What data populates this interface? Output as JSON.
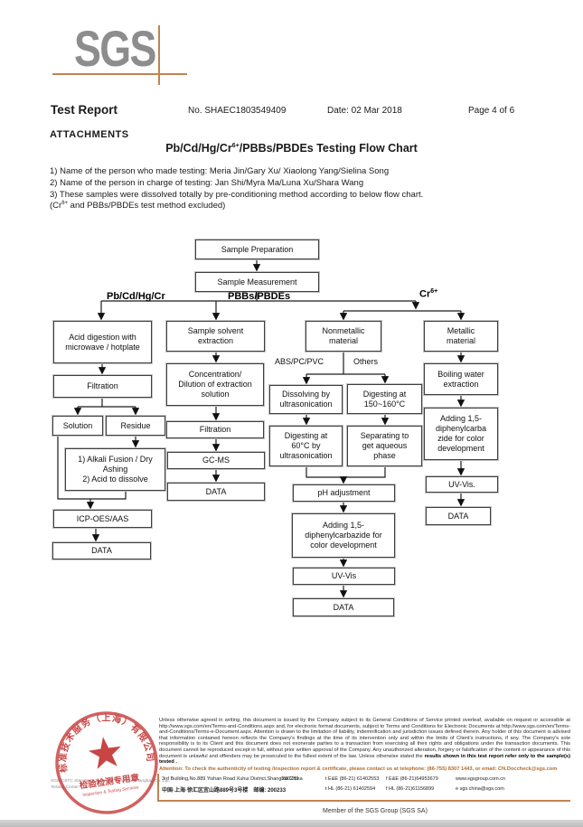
{
  "header": {
    "logo_text": "SGS",
    "doc_title": "Test Report",
    "report_no": "No. SHAEC1803549409",
    "date": "Date: 02 Mar 2018",
    "page": "Page 4 of 6"
  },
  "attachments": {
    "heading": "ATTACHMENTS",
    "title_p1": "Pb/Cd/Hg/Cr",
    "title_sup": "6+",
    "title_p2": "/PBBs/PBDEs Testing Flow Chart",
    "note1": "1) Name of the person who made testing: Meria Jin/Gary Xu/ Xiaolong Yang/Sielina Song",
    "note2": "2) Name of the person in charge of testing: Jan Shi/Myra Ma/Luna Xu/Shara Wang",
    "note3": "3) These samples were dissolved totally by pre-conditioning method according to below flow chart.",
    "note4_p1": "(Cr",
    "note4_sup": "6+",
    "note4_p2": " and PBBs/PBDEs test method excluded)"
  },
  "flowchart": {
    "branch_pb": "Pb/Cd/Hg/Cr",
    "branch_pbb": "PBBs/PBDEs",
    "branch_cr_p1": "Cr",
    "branch_cr_sup": "6+",
    "label_abs": "ABS/PC/PVC",
    "label_others": "Others",
    "nodes": {
      "sample_preparation": "Sample Preparation",
      "sample_measurement": "Sample Measurement",
      "acid_digestion": "Acid digestion with\nmicrowave / hotplate",
      "filtration_left": "Filtration",
      "solution": "Solution",
      "residue": "Residue",
      "alkali": "1) Alkali Fusion / Dry\nAshing\n2) Acid to dissolve",
      "icp": "ICP-OES/AAS",
      "data_left": "DATA",
      "solvent_extraction": "Sample solvent\nextraction",
      "concentration": "Concentration/\nDilution of extraction\nsolution",
      "filtration_mid": "Filtration",
      "gcms": "GC-MS",
      "data_mid": "DATA",
      "nonmetallic": "Nonmetallic\nmaterial",
      "dissolving": "Dissolving by\nultrasonication",
      "digesting150": "Digesting at\n150~160°C",
      "digesting60": "Digesting at\n60°C by\nultrasonication",
      "separating": "Separating to\nget aqueous\nphase",
      "ph": "pH adjustment",
      "adding_mid": "Adding 1,5-\ndiphenylcarbazide for\ncolor development",
      "uvvis_mid": "UV-Vis",
      "data_mid2": "DATA",
      "metallic": "Metallic\nmaterial",
      "boiling": "Boiling water\nextraction",
      "adding_right": "Adding 1,5-\ndiphenylcarba\nzide for color\ndevelopment",
      "uvvis_right": "UV-Vis.",
      "data_right": "DATA"
    }
  },
  "footer": {
    "stamp": {
      "ring_text": "标准技术服务（上海）有限公司",
      "line1": "检验检测专用章",
      "line2": "Inspection & Testing Services"
    },
    "company_line1": "SGS-CSTC Standards Technical Services (Shanghai) Co.,Ltd.",
    "company_line2": "Testing Center",
    "disclaimer": "Unless otherwise agreed in writing, this document is issued by the Company subject to its General Conditions of Service printed overleaf, available on request or accessible at http://www.sgs.com/en/Terms-and-Conditions.aspx and, for electronic format documents, subject to Terms and Conditions for Electronic Documents at http://www.sgs.com/en/Terms-and-Conditions/Terms-e-Document.aspx. Attention is drawn to the limitation of liability, indemnification and jurisdiction issues defined therein. Any holder of this document is advised that information contained hereon reflects the Company's findings at the time of its intervention only and within the limits of Client's instructions, if any. The Company's sole responsibility is to its Client and this document does not exonerate parties to a transaction from exercising all their rights and obligations under the transaction documents. This document cannot be reproduced except in full, without prior written approval of the Company. Any unauthorized alteration, forgery or falsification of the content or appearance of this document is unlawful and offenders may be prosecuted to the fullest extent of the law. Unless otherwise stated the ",
    "disclaimer_bold": "results shown in this test report refer only to the sample(s) tested .",
    "attention": "Attention: To check the authenticity of testing /inspection report & certificate, please contact us at telephone: (86-755) 8307 1443, or email: CN.Doccheck@sgs.com",
    "address_en": "3rd Building,No.889 Yishan Road Xuhui District,Shanghai China",
    "postcode1": "200233",
    "address_cn": "中国·上海·徐汇区宜山路889号3号楼　邮编: 200233",
    "tel1": "t E&E (86-21) 61402553",
    "fax1": "f E&E (86-21)64953679",
    "web": "www.sgsgroup.com.cn",
    "tel2": "t HL (86-21) 61402594",
    "fax2": "f HL (86-21)61156899",
    "email": "e  sgs.china@sgs.com",
    "member": "Member of the SGS Group (SGS SA)"
  }
}
